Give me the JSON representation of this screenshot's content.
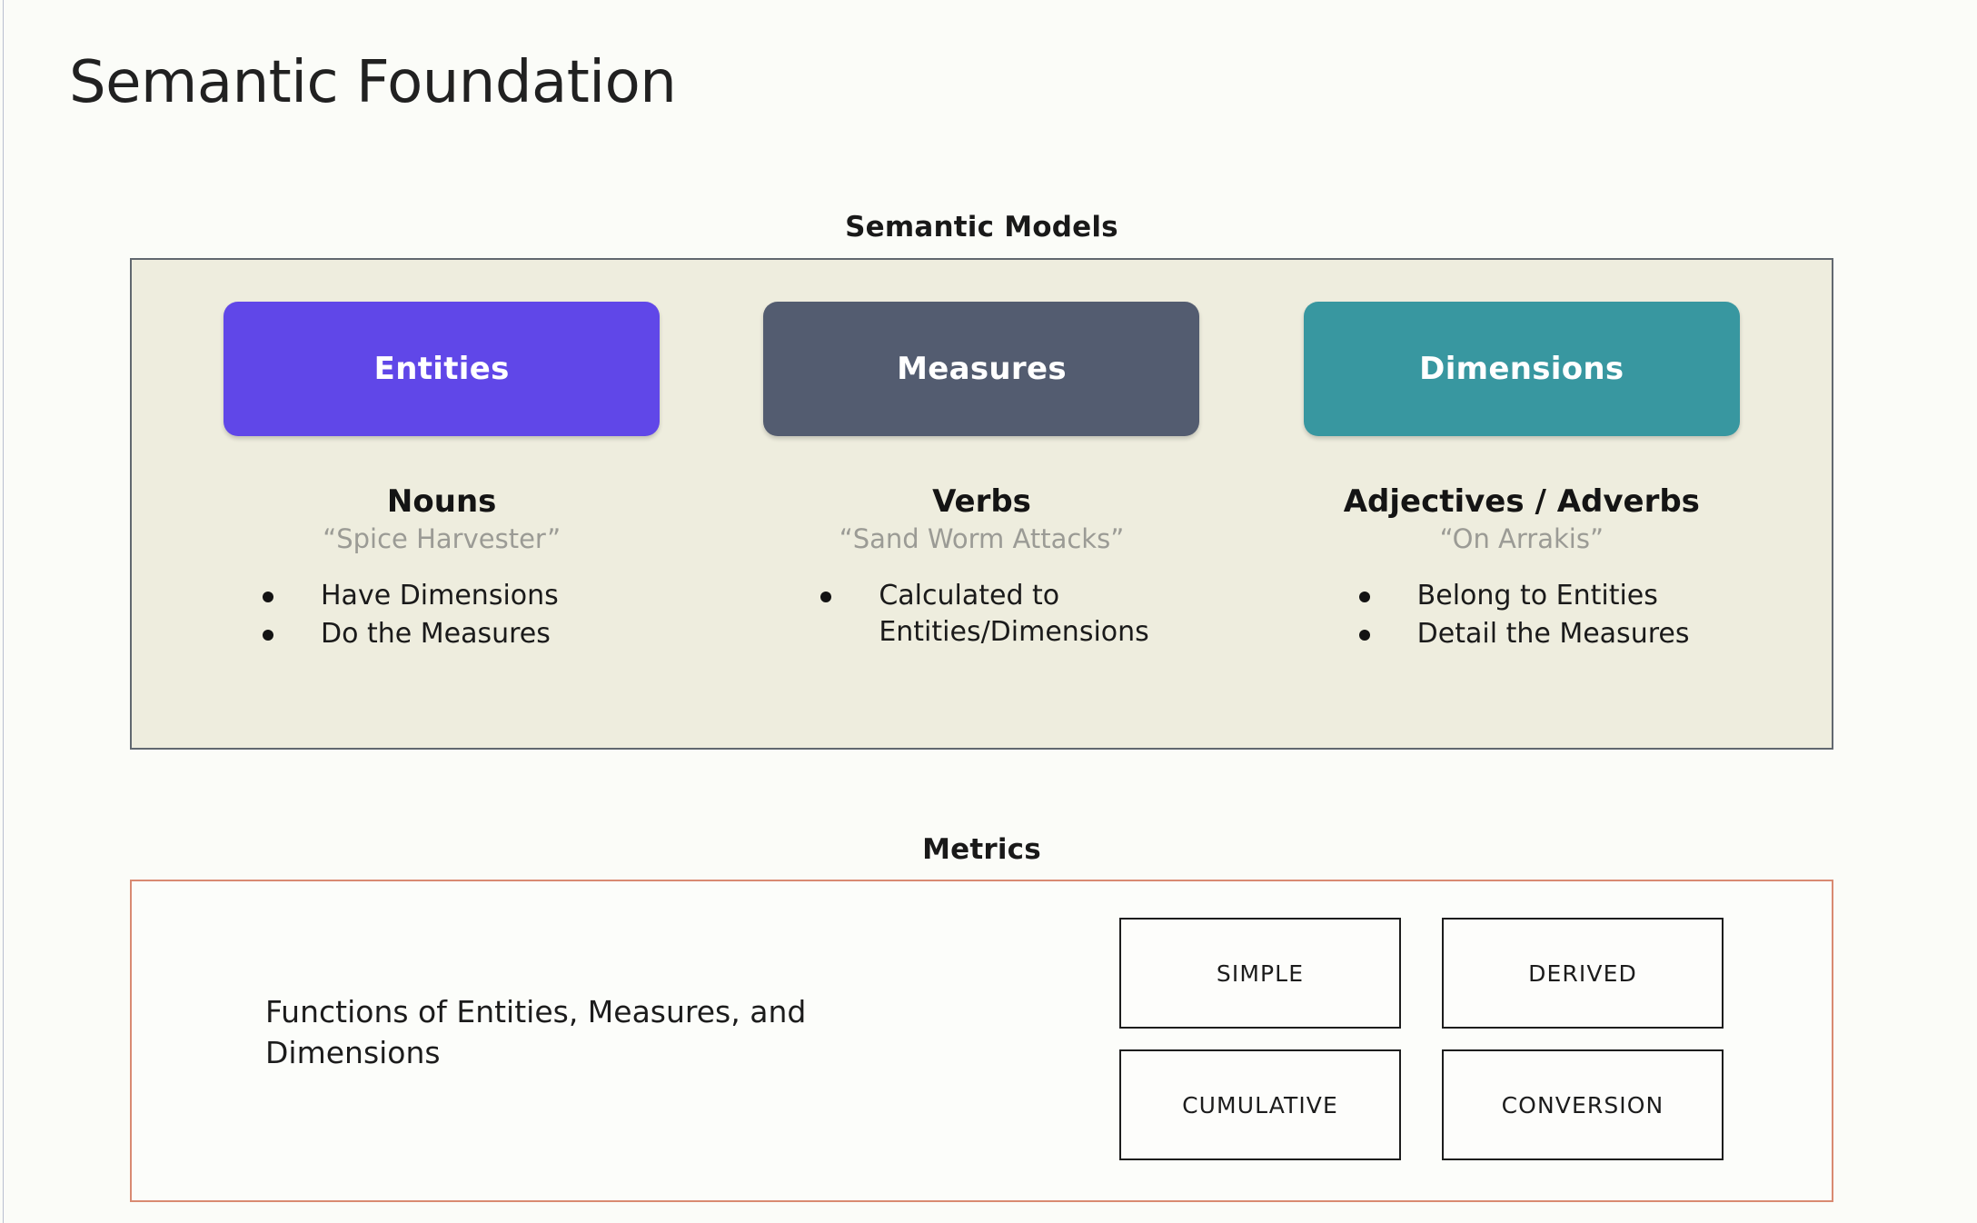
{
  "slide": {
    "title": "Semantic Foundation",
    "background_color": "#fbfcf8"
  },
  "semantic_models": {
    "heading": "Semantic Models",
    "panel_background": "#eeedde",
    "panel_border_color": "#61686f",
    "columns": [
      {
        "chip_label": "Entities",
        "chip_color": "#6047e8",
        "part_of_speech": "Nouns",
        "example": "“Spice Harvester”",
        "bullets": [
          "Have Dimensions",
          "Do the Measures"
        ]
      },
      {
        "chip_label": "Measures",
        "chip_color": "#535c70",
        "part_of_speech": "Verbs",
        "example": "“Sand Worm Attacks”",
        "bullets": [
          "Calculated to Entities/Dimensions"
        ]
      },
      {
        "chip_label": "Dimensions",
        "chip_color": "#3897a0",
        "part_of_speech": "Adjectives / Adverbs",
        "example": "“On Arrakis”",
        "bullets": [
          "Belong to Entities",
          "Detail the Measures"
        ]
      }
    ]
  },
  "metrics": {
    "heading": "Metrics",
    "panel_border_color": "#d98a72",
    "description": "Functions of Entities, Measures, and Dimensions",
    "types": [
      "SIMPLE",
      "DERIVED",
      "CUMULATIVE",
      "CONVERSION"
    ]
  }
}
